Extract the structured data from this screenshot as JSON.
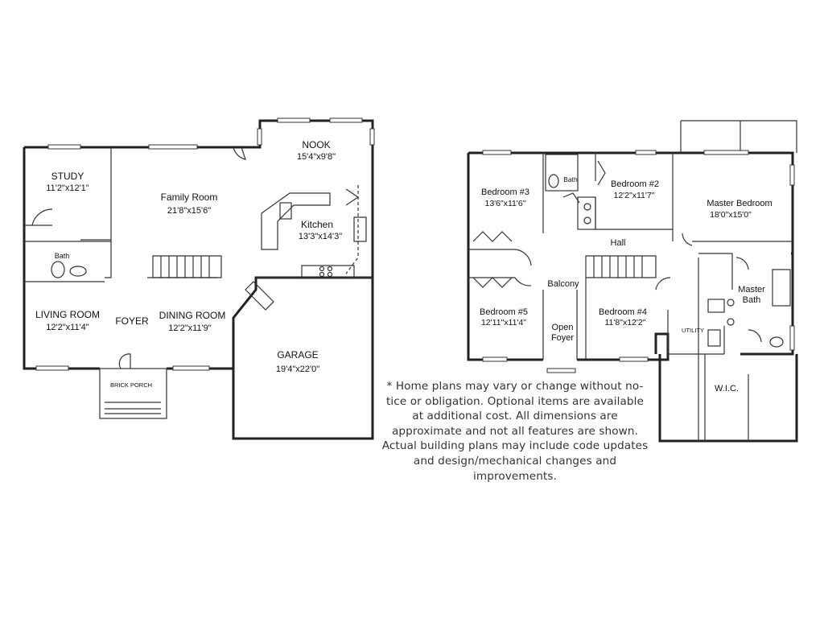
{
  "first_floor": {
    "study": {
      "name": "STUDY",
      "dims": "11'2\"x12'1\""
    },
    "family_room": {
      "name": "Family Room",
      "dims": "21'8\"x15'6\""
    },
    "nook": {
      "name": "NOOK",
      "dims": "15'4\"x9'8\""
    },
    "kitchen": {
      "name": "Kitchen",
      "dims": "13'3\"x14'3\""
    },
    "bath": {
      "name": "Bath"
    },
    "living_room": {
      "name": "LIVING ROOM",
      "dims": "12'2\"x11'4\""
    },
    "foyer": {
      "name": "FOYER"
    },
    "dining_room": {
      "name": "DINING ROOM",
      "dims": "12'2\"x11'9\""
    },
    "garage": {
      "name": "GARAGE",
      "dims": "19'4\"x22'0\""
    },
    "porch": {
      "name": "BRICK PORCH"
    }
  },
  "second_floor": {
    "bedroom3": {
      "name": "Bedroom #3",
      "dims": "13'6\"x11'6\""
    },
    "bath": {
      "name": "Bath"
    },
    "bedroom2": {
      "name": "Bedroom #2",
      "dims": "12'2\"x11'7\""
    },
    "master_bedroom": {
      "name": "Master Bedroom",
      "dims": "18'0\"x15'0\""
    },
    "hall": {
      "name": "Hall"
    },
    "balcony": {
      "name": "Balcony"
    },
    "master_bath": {
      "name_line1": "Master",
      "name_line2": "Bath"
    },
    "bedroom5": {
      "name": "Bedroom #5",
      "dims": "12'11\"x11'4\""
    },
    "open_foyer": {
      "name_line1": "Open",
      "name_line2": "Foyer"
    },
    "bedroom4": {
      "name": "Bedroom #4",
      "dims": "11'8\"x12'2\""
    },
    "utility": {
      "name": "UTILITY"
    },
    "wic": {
      "name": "W.I.C."
    }
  },
  "disclaimer": "* Home plans may vary or change without no-tice or obligation. Optional items are available at additional cost. All dimensions are approximate and not all features are shown. Actual building plans may include code updates and design/mechanical changes and improvements."
}
